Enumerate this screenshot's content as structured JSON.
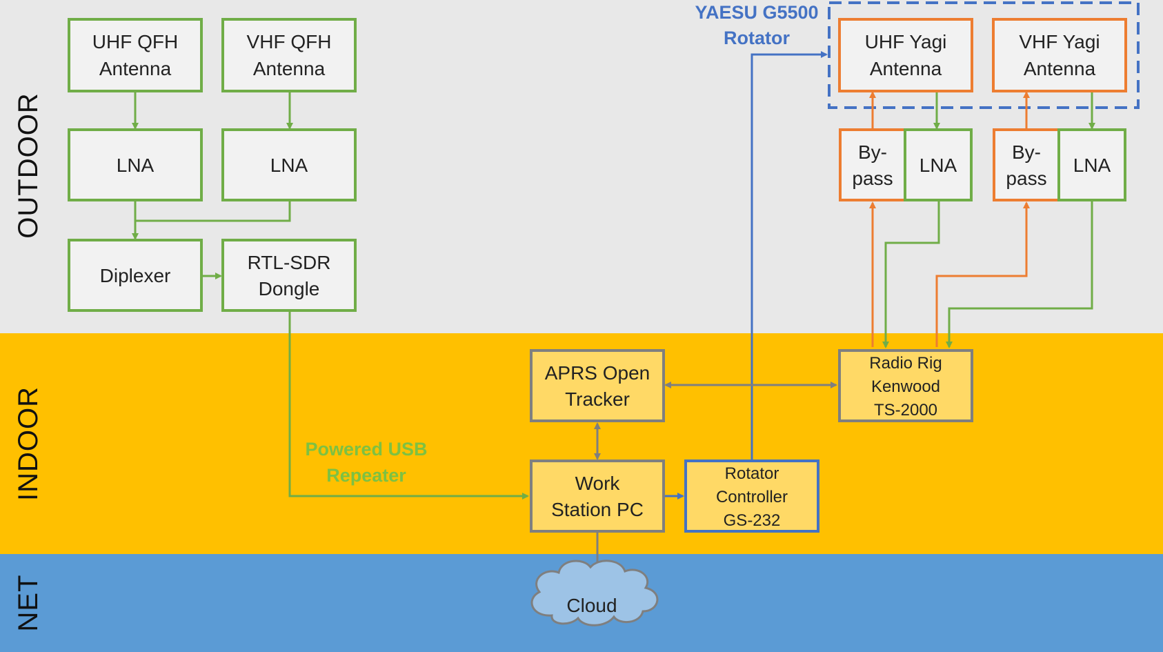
{
  "zones": {
    "outdoor": "OUTDOOR",
    "indoor": "INDOOR",
    "net": "NET"
  },
  "colors": {
    "outdoor_bg": "#e8e8e8",
    "indoor_bg": "#ffc000",
    "net_bg": "#5b9bd5",
    "green": "#70ad47",
    "orange": "#ed7d31",
    "blue": "#4472c4",
    "gray": "#7f7f7f",
    "box_light": "#f2f2f2",
    "box_yellow": "#ffd966",
    "cloud_fill": "#9dc3e6"
  },
  "boxes": {
    "uhf_qfh": [
      "UHF QFH",
      "Antenna"
    ],
    "vhf_qfh": [
      "VHF QFH",
      "Antenna"
    ],
    "lna_uhf_qfh": [
      "LNA"
    ],
    "lna_vhf_qfh": [
      "LNA"
    ],
    "diplexer": [
      "Diplexer"
    ],
    "rtl_sdr": [
      "RTL-SDR",
      "Dongle"
    ],
    "uhf_yagi": [
      "UHF Yagi",
      "Antenna"
    ],
    "vhf_yagi": [
      "VHF Yagi",
      "Antenna"
    ],
    "bypass_uhf": [
      "By-",
      "pass"
    ],
    "lna_uhf_yagi": [
      "LNA"
    ],
    "bypass_vhf": [
      "By-",
      "pass"
    ],
    "lna_vhf_yagi": [
      "LNA"
    ],
    "aprs": [
      "APRS Open",
      "Tracker"
    ],
    "radio_rig": [
      "Radio Rig",
      "Kenwood",
      "TS-2000"
    ],
    "workstation": [
      "Work",
      "Station PC"
    ],
    "rot_controller": [
      "Rotator",
      "Controller",
      "GS-232"
    ],
    "cloud": [
      "Cloud"
    ]
  },
  "notes": {
    "rotator": [
      "YAESU G5500",
      "Rotator"
    ],
    "usb_repeater": [
      "Powered USB",
      "Repeater"
    ]
  }
}
